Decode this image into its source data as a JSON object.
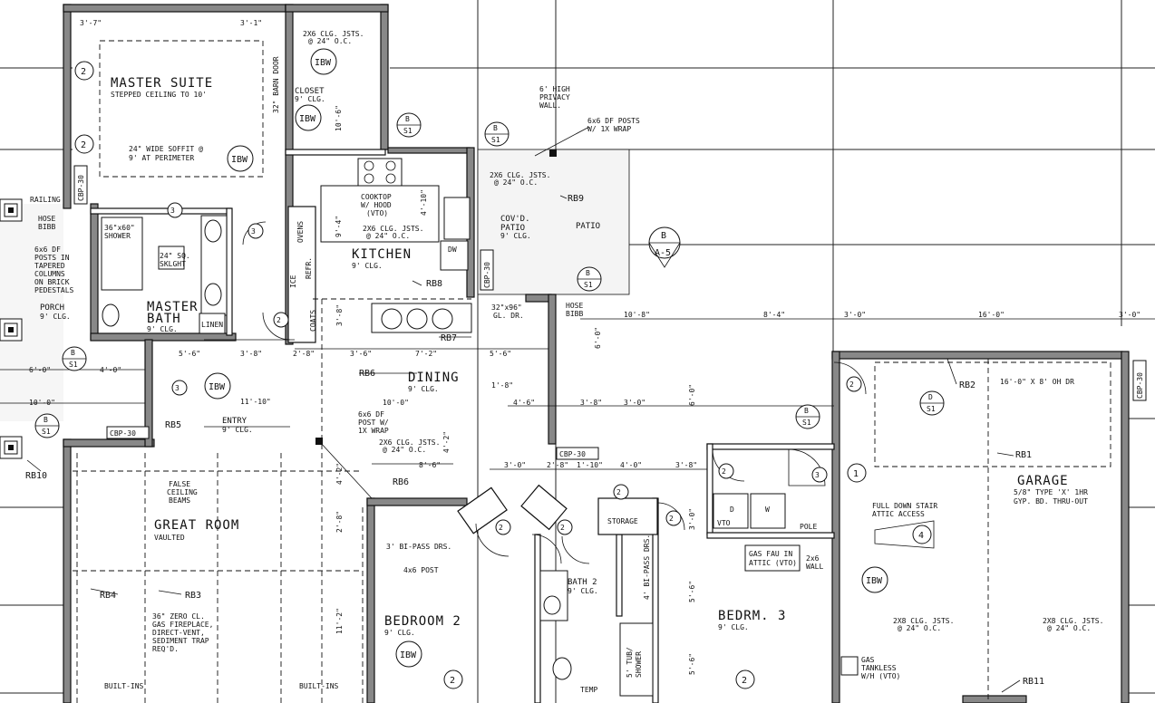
{
  "rooms": {
    "master_suite": {
      "name": "MASTER SUITE",
      "note": "STEPPED CEILING TO 10'"
    },
    "closet": {
      "name": "CLOSET",
      "clg": "9' CLG."
    },
    "kitchen": {
      "name": "KITCHEN",
      "clg": "9' CLG."
    },
    "covd_patio": {
      "name1": "COV'D.",
      "name2": "PATIO",
      "clg": "9' CLG."
    },
    "patio": {
      "name": "PATIO"
    },
    "porch": {
      "name": "PORCH",
      "clg": "9' CLG."
    },
    "master_bath": {
      "name1": "MASTER",
      "name2": "BATH",
      "clg": "9' CLG."
    },
    "dining": {
      "name": "DINING",
      "clg": "9' CLG."
    },
    "entry": {
      "name": "ENTRY",
      "clg": "9' CLG."
    },
    "great_room": {
      "name": "GREAT ROOM",
      "clg": "VAULTED"
    },
    "bedroom2": {
      "name": "BEDROOM 2",
      "clg": "9' CLG."
    },
    "bath2": {
      "name": "BATH 2",
      "clg": "9' CLG."
    },
    "bedrm3": {
      "name": "BEDRM. 3",
      "clg": "9' CLG."
    },
    "garage": {
      "name": "GARAGE",
      "note1": "5/8\" TYPE 'X' 1HR",
      "note2": "GYP. BD. THRU-OUT"
    }
  },
  "labels": {
    "soffit1": "24\" WIDE SOFFIT @",
    "soffit2": "9' AT PERIMETER",
    "barn_door": "32\" BARN DOOR",
    "clg_jsts_a": "2X6 CLG. JSTS.",
    "at_24oc": "@ 24\" O.C.",
    "clg_jsts_b": "2X6 CLG. JSTS.",
    "clg_jsts_c": "2X6 CLG. JSTS.",
    "clg_jsts_d": "2X6 CLG. JSTS.",
    "clg_jsts_e": "2X8 CLG. JSTS.",
    "clg_jsts_f": "2X8 CLG. JSTS.",
    "privacy1": "6' HIGH",
    "privacy2": "PRIVACY",
    "privacy3": "WALL.",
    "posts1": "6x6 DF POSTS",
    "posts2": "W/ 1X WRAP",
    "cooktop1": "COOKTOP",
    "cooktop2": "W/ HOOD",
    "cooktop3": "(VTO)",
    "ovens": "OVENS",
    "refr": "REFR.",
    "ice": "ICE",
    "dw": "DW",
    "coats": "COATS",
    "railing": "RAILING",
    "hose1": "HOSE",
    "hose2": "BIBB",
    "shower1": "36\"x60\"",
    "shower2": "SHOWER",
    "sklght1": "24\" SQ.",
    "sklght2": "SKLGHT",
    "linen": "LINEN",
    "df1": "6x6 DF",
    "df2": "POSTS IN",
    "df3": "TAPERED",
    "df4": "COLUMNS",
    "df5": "ON BRICK",
    "df6": "PEDESTALS",
    "false1": "FALSE",
    "false2": "CEILING",
    "false3": "BEAMS",
    "fire1": "36\" ZERO CL.",
    "fire2": "GAS FIREPLACE,",
    "fire3": "DIRECT-VENT,",
    "fire4": "SEDIMENT TRAP",
    "fire5": "REQ'D.",
    "builtins": "BUILT-INS",
    "gldr1": "32\"x96\"",
    "gldr2": "GL. DR.",
    "post1": "6x6 DF",
    "post2": "POST W/",
    "post3": "1X WRAP",
    "bipass": "3' BI-PASS DRS.",
    "bipass2": "4' BI-PASS DRS.",
    "post4x6": "4x6 POST",
    "storage": "STORAGE",
    "pole": "POLE",
    "vto": "VTO",
    "gasfau1": "GAS FAU IN",
    "gasfau2": "ATTIC (VTO)",
    "wall1": "2x6",
    "wall2": "WALL",
    "stair1": "FULL DOWN STAIR",
    "stair2": "ATTIC ACCESS",
    "tankless1": "GAS",
    "tankless2": "TANKLESS",
    "tankless3": "W/H (VTO)",
    "ohdr": "16'-0\" X 8' OH DR",
    "tub1": "5' TUB/",
    "tub2": "SHOWER",
    "temp": "TEMP",
    "d": "D",
    "w": "W",
    "cbp": "CBP-30"
  },
  "beams": [
    "RB2",
    "RB1",
    "RB3",
    "RB4",
    "RB5",
    "RB6",
    "RB7",
    "RB8",
    "RB9",
    "RB10",
    "RB11"
  ],
  "dims": [
    "3'-7\"",
    "3'-1\"",
    "10'-6\"",
    "9'-4\"",
    "4'-10\"",
    "10'-8\"",
    "8'-4\"",
    "3'-0\"",
    "16'-0\"",
    "3'-0\"",
    "5'-6\"",
    "3'-8\"",
    "2'-8\"",
    "3'-8\"",
    "3'-6\"",
    "7'-2\"",
    "5'-6\"",
    "6'-0\"",
    "11'-10\"",
    "6'-0\"",
    "4'-0\"",
    "10'-0\"",
    "10'-0\"",
    "1'-8\"",
    "4'-6\"",
    "3'-8\"",
    "3'-0\"",
    "4'-2\"",
    "8'-6\"",
    "3'-0\"",
    "2'-8\"",
    "1'-10\"",
    "4'-0\"",
    "3'-8\"",
    "4'-2\"",
    "2'-8\"",
    "11'-2\"",
    "5'-6\"",
    "5'-6\"",
    "6'-0\"",
    "3'-0\""
  ],
  "tags": {
    "ibw": "IBW",
    "b": "B",
    "s1": "S1",
    "a5": "A-5",
    "d_tag": "D",
    "n2": "2",
    "n1": "1",
    "n4": "4",
    "n3": "3"
  }
}
